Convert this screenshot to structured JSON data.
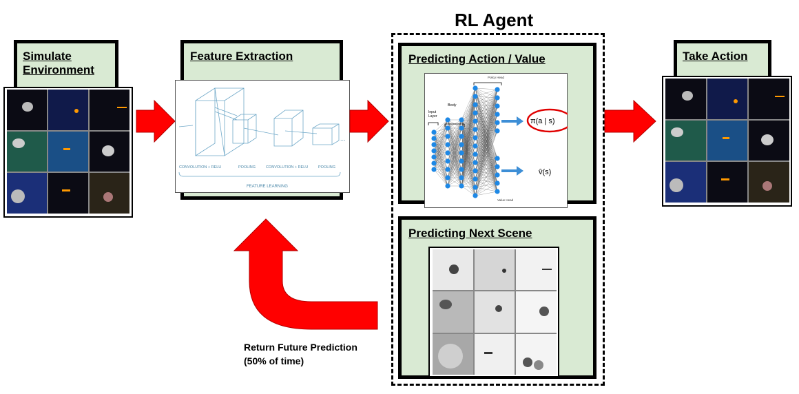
{
  "agent_title": "RL Agent",
  "boxes": {
    "simulate": "Simulate\nEnvironment",
    "feature": "Feature Extraction",
    "predict_action": "Predicting Action / Value",
    "predict_scene": "Predicting Next Scene",
    "take_action": "Take Action"
  },
  "cnn": {
    "conv1": "CONVOLUTION + RELU",
    "pool1": "POOLING",
    "conv2": "CONVOLUTION + RELU",
    "pool2": "POOLING",
    "feature_learning": "FEATURE LEARNING",
    "ellipsis": "..."
  },
  "network": {
    "input_layer": "Input\nLayer",
    "body": "Body",
    "policy_head": "Policy Head",
    "value_head": "Value Head",
    "policy_output": "π(a | s)",
    "value_output": "v̂(s)"
  },
  "return_caption": "Return Future Prediction\n(50% of time)",
  "colors": {
    "box_fill": "#d9ead3",
    "arrow": "#ff0000",
    "node": "#1e88e5",
    "cnn_lines": "#6fa8c8",
    "highlight": "#e00000"
  }
}
